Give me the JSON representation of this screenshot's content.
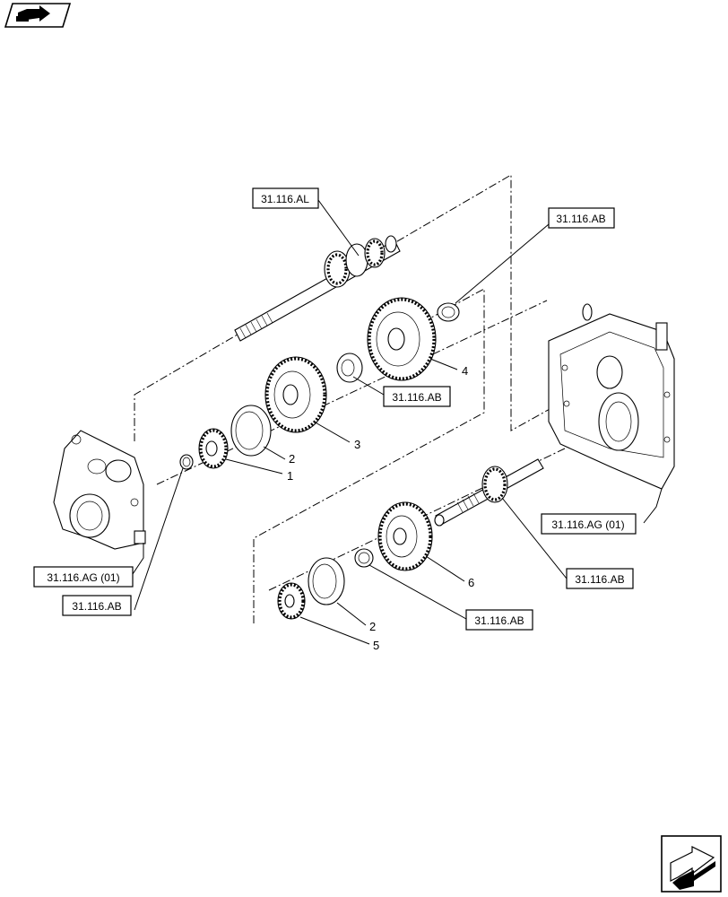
{
  "references": {
    "al_top": "31.116.AL",
    "ab_top_right": "31.116.AB",
    "ab_mid": "31.116.AB",
    "ag_right": "31.116.AG (01)",
    "ab_right_shaft": "31.116.AB",
    "ab_lower": "31.116.AB",
    "ag_left": "31.116.AG (01)",
    "ab_left": "31.116.AB"
  },
  "item_numbers": {
    "n1": "1",
    "n2_upper": "2",
    "n3": "3",
    "n4": "4",
    "n6": "6",
    "n2_lower": "2",
    "n5": "5"
  },
  "icons": {
    "top_left": "page-view-arrow-icon",
    "bottom_right": "next-page-arrow-icon"
  }
}
